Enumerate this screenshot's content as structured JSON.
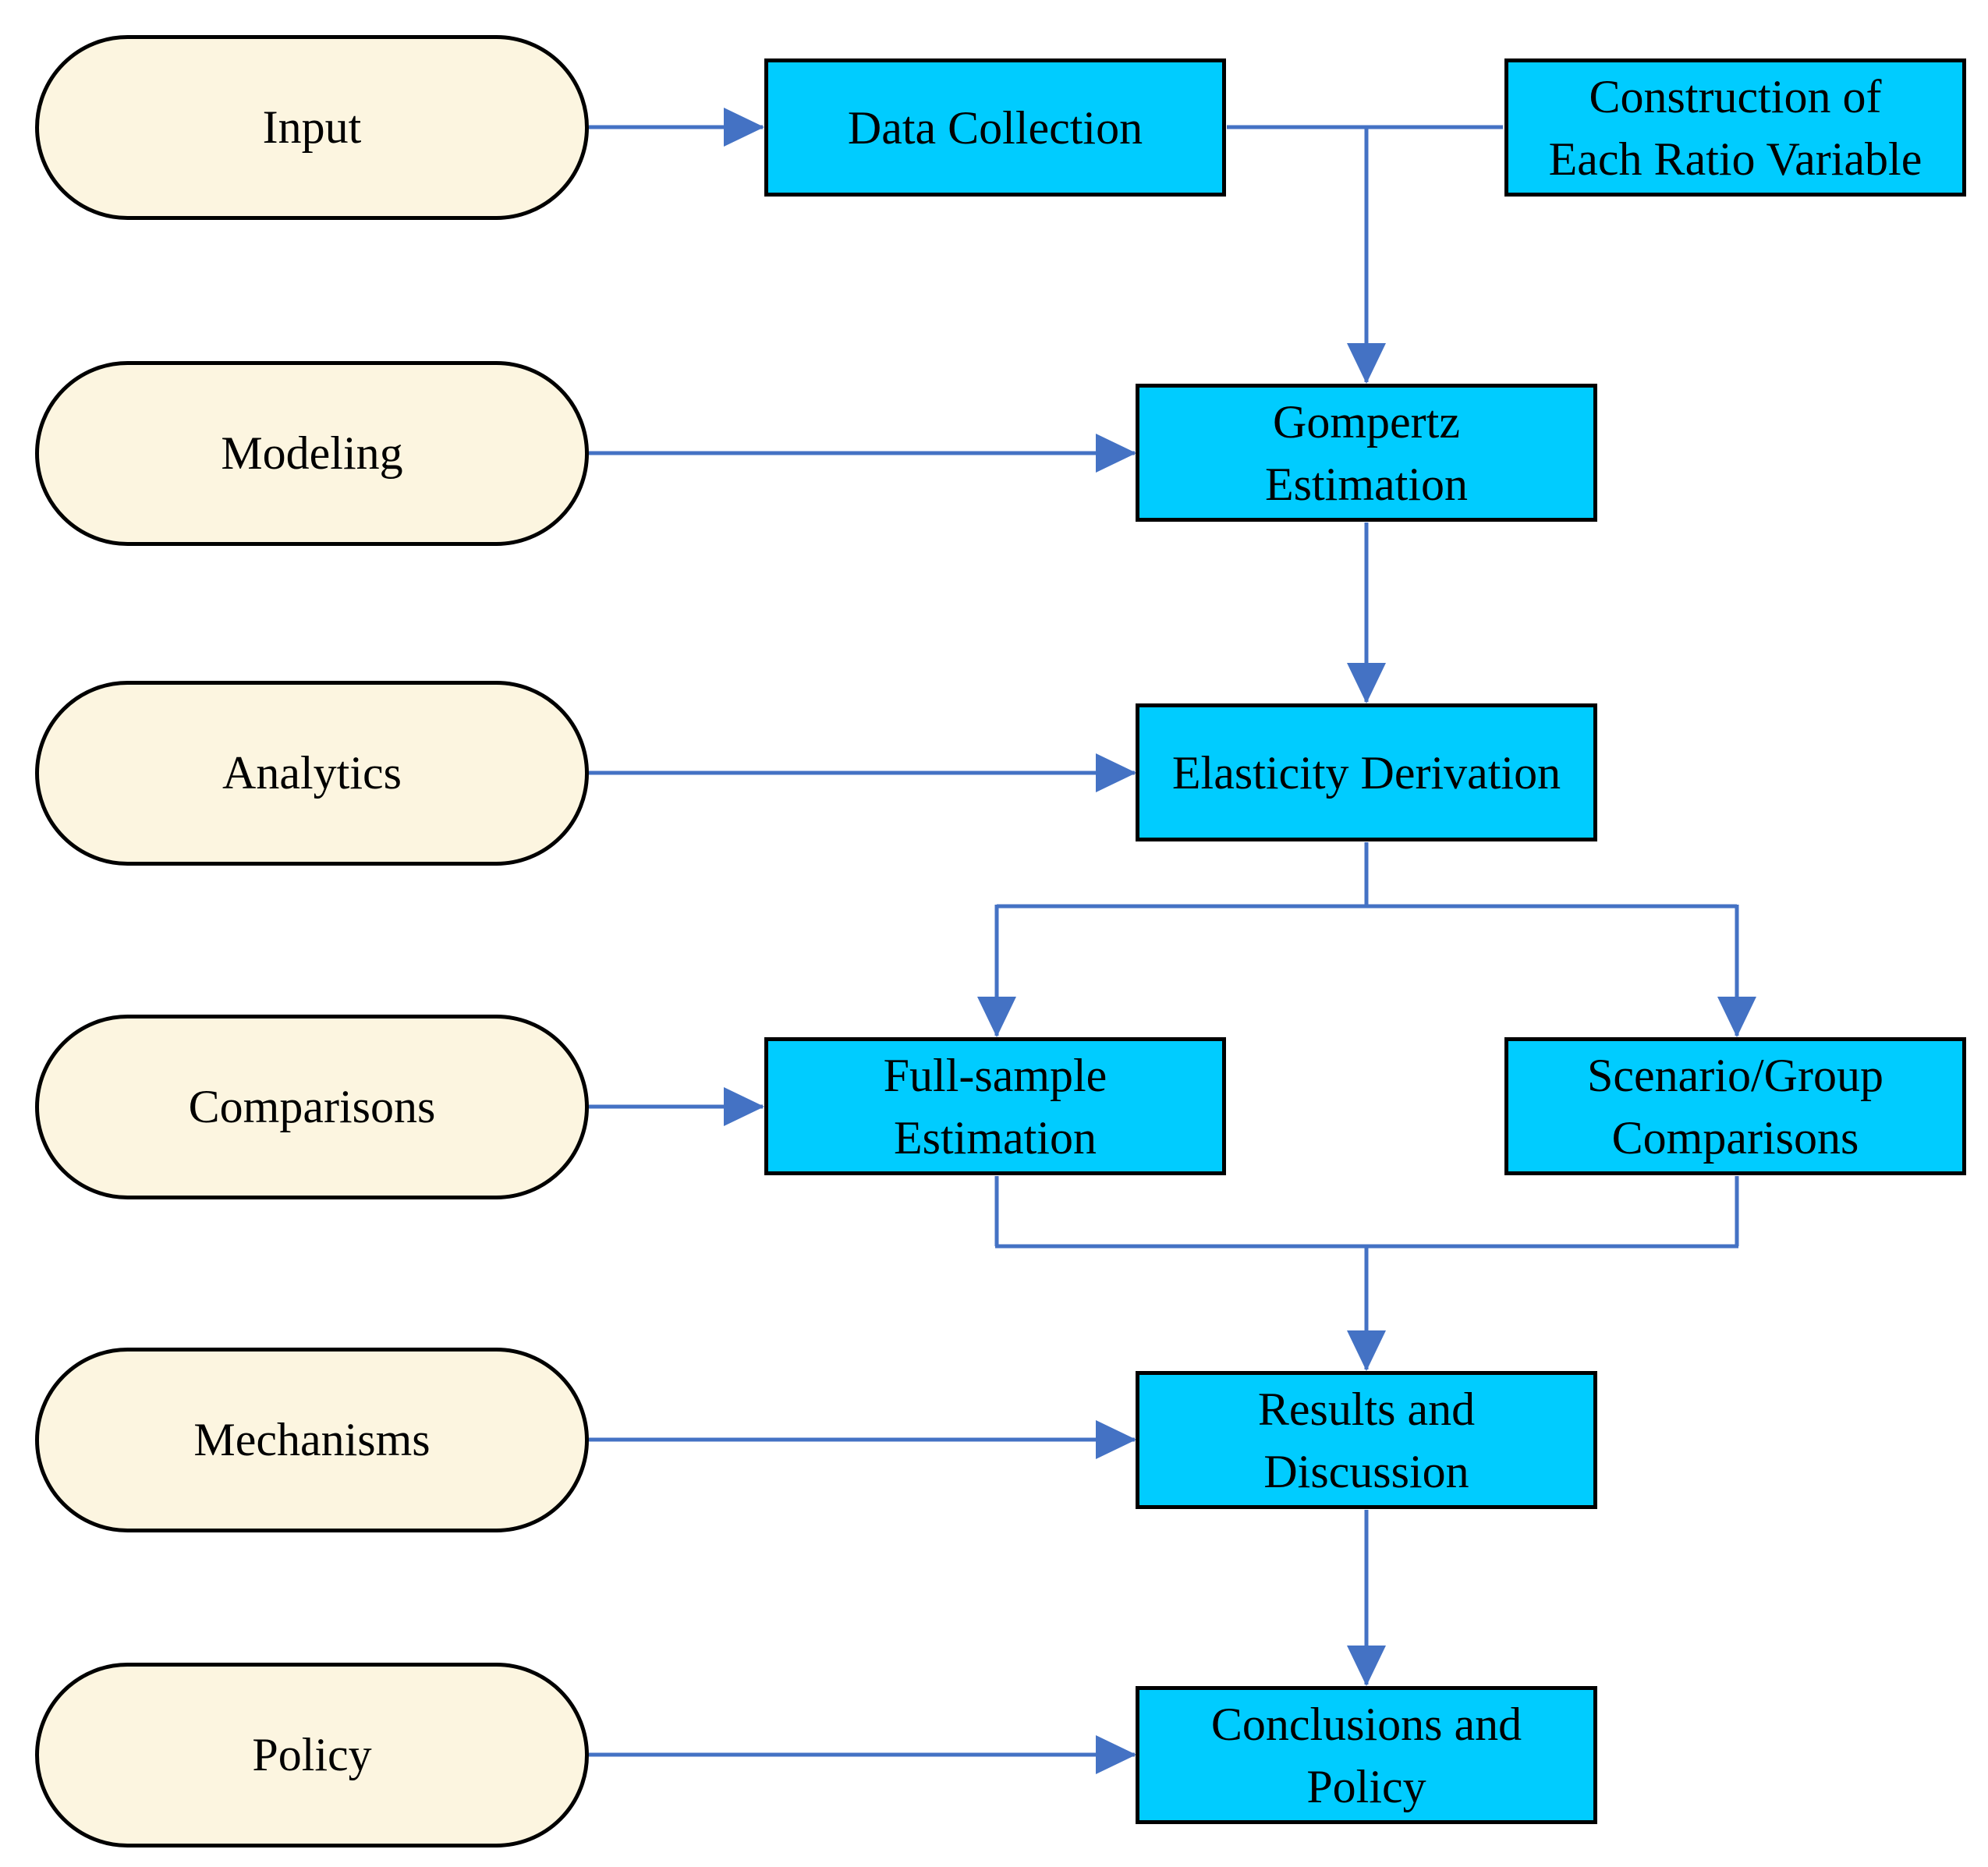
{
  "stages": {
    "input": "Input",
    "modeling": "Modeling",
    "analytics": "Analytics",
    "comparisons": "Comparisons",
    "mechanisms": "Mechanisms",
    "policy": "Policy"
  },
  "steps": {
    "data_collection": "Data Collection",
    "construction": "Construction of\nEach Ratio Variable",
    "gompertz": "Gompertz\nEstimation",
    "elasticity": "Elasticity Derivation",
    "full_sample": "Full-sample\nEstimation",
    "scenario": "Scenario/Group\nComparisons",
    "results": "Results and\nDiscussion",
    "conclusions": "Conclusions and\nPolicy"
  },
  "colors": {
    "stage_fill": "#fcf5e0",
    "step_fill": "#00ccff",
    "connector": "#4472c4",
    "border": "#000000"
  }
}
